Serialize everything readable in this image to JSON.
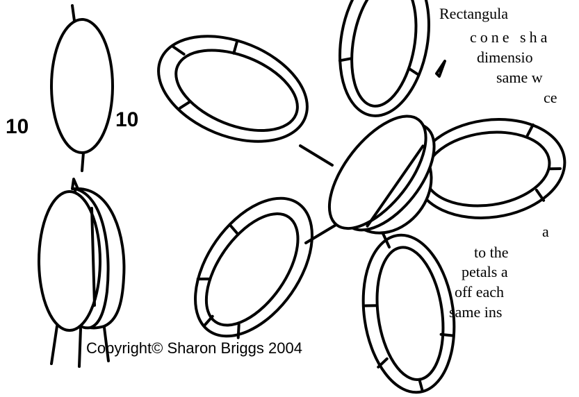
{
  "dimension_labels": {
    "left": "10",
    "right": "10"
  },
  "instructions": [
    "Rectangula",
    "cone sha",
    "dimensio",
    "same w",
    "ce",
    "a",
    "to the",
    "petals a",
    "off each",
    "same ins"
  ],
  "copyright": "Copyright© Sharon Briggs 2004"
}
